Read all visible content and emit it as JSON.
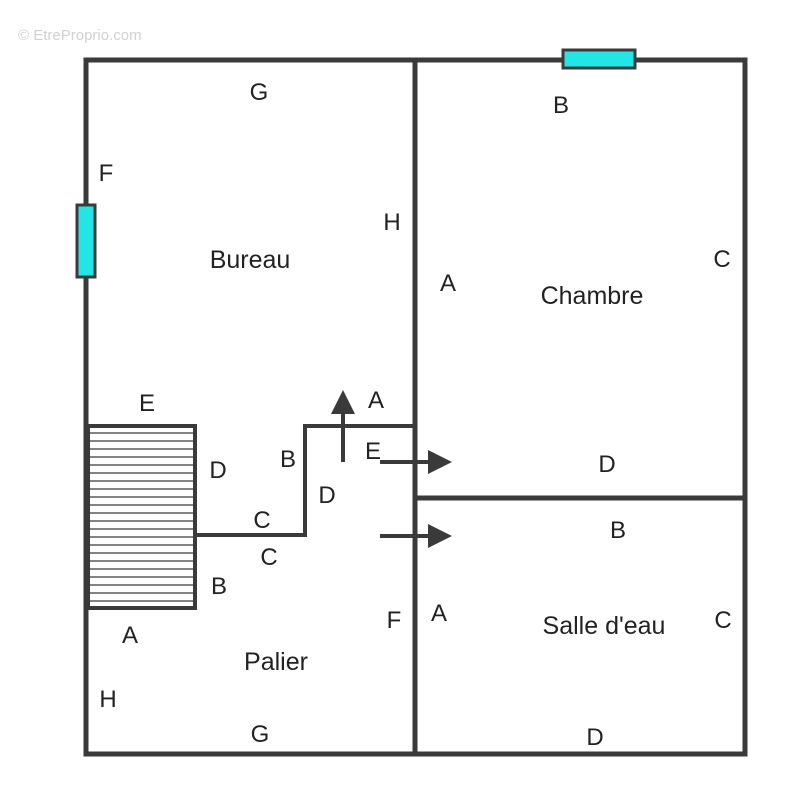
{
  "watermark": "© EtreProprio.com",
  "colors": {
    "walls": "#3a3a3a",
    "windows": "#22e6e6"
  },
  "rooms": {
    "bureau": "Bureau",
    "chambre": "Chambre",
    "salle_deau": "Salle d'eau",
    "palier": "Palier"
  },
  "wall_labels": {
    "bureau_g": "G",
    "bureau_f": "F",
    "bureau_h": "H",
    "bureau_e": "E",
    "bureau_d": "D",
    "bureau_b": "B",
    "bureau_a": "A",
    "bureau_c": "C",
    "chambre_b": "B",
    "chambre_c": "C",
    "chambre_a": "A",
    "chambre_d": "D",
    "palier_e": "E",
    "palier_d": "D",
    "palier_c": "C",
    "palier_b": "B",
    "palier_a": "A",
    "palier_h": "H",
    "palier_g": "G",
    "palier_f": "F",
    "salle_b": "B",
    "salle_a": "A",
    "salle_c": "C",
    "salle_d": "D"
  }
}
